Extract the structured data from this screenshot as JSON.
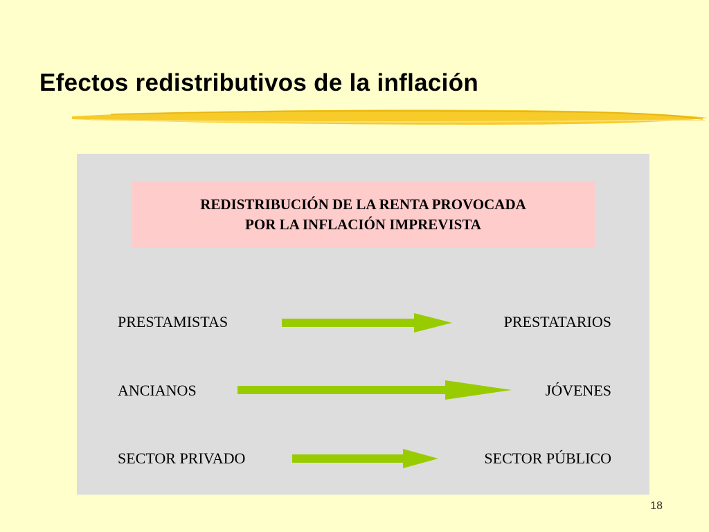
{
  "slide": {
    "title": "Efectos redistributivos de la inflación",
    "page_number": "18"
  },
  "heading_box": {
    "line1": "REDISTRIBUCIÓN DE LA RENTA PROVOCADA",
    "line2": "POR LA INFLACIÓN IMPREVISTA"
  },
  "transfers": [
    {
      "from": "PRESTAMISTAS",
      "to": "PRESTATARIOS"
    },
    {
      "from": "ANCIANOS",
      "to": "JÓVENES"
    },
    {
      "from": "SECTOR PRIVADO",
      "to": "SECTOR PÚBLICO"
    }
  ],
  "colors": {
    "background": "#FFFFCC",
    "panel": "#DDDDDD",
    "heading_box": "#FFCCCC",
    "arrow": "#99CC00",
    "title_underline": "#F5C518"
  }
}
